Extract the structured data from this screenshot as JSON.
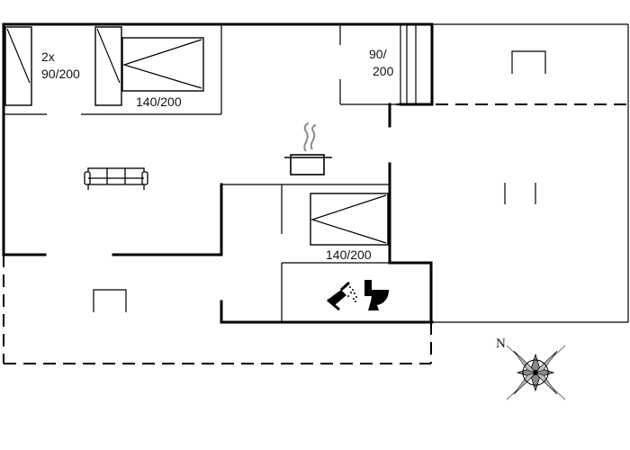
{
  "labels": {
    "bed_twin_qty": "2x",
    "bed_twin_size": "90/200",
    "bed_double_top": "140/200",
    "bed_single_top_a": "90/",
    "bed_single_top_b": "200",
    "bed_double_mid": "140/200",
    "compass_n": "N"
  },
  "icons": {
    "sofa": "sofa-icon",
    "pot": "cooking-pot-icon",
    "shower": "shower-icon",
    "toilet": "toilet-icon",
    "compass": "compass-rose-icon"
  },
  "colors": {
    "line": "#000000",
    "background": "#ffffff",
    "compass_gray": "#8a8a8a"
  }
}
